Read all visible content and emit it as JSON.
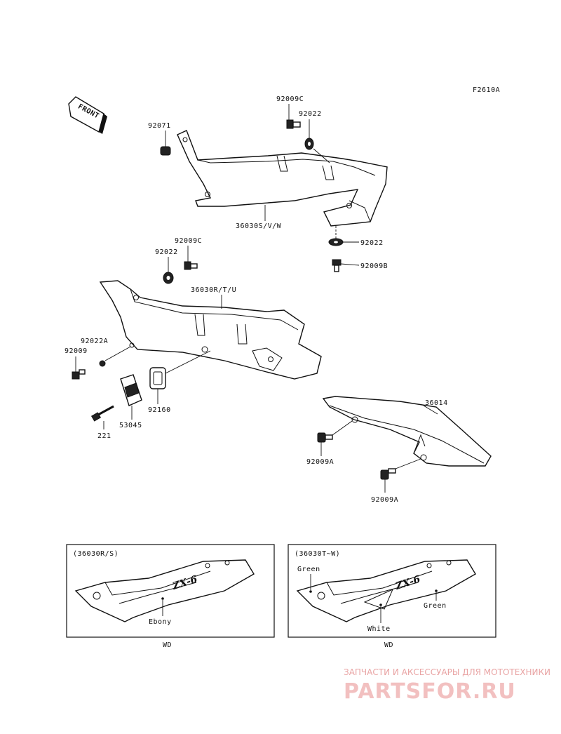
{
  "diagram": {
    "code": "F2610A",
    "front_label": "FRONT",
    "callouts": {
      "c_92009C_top": "92009C",
      "c_92022_top": "92022",
      "c_92071": "92071",
      "c_36030SVW": "36030S/V/W",
      "c_92022_right": "92022",
      "c_92009B": "92009B",
      "c_92009C_mid": "92009C",
      "c_92022_mid": "92022",
      "c_36030RTU": "36030R/T/U",
      "c_92022A": "92022A",
      "c_92009": "92009",
      "c_92160": "92160",
      "c_53045": "53045",
      "c_221": "221",
      "c_36014": "36014",
      "c_92009A_1": "92009A",
      "c_92009A_2": "92009A"
    },
    "insets": [
      {
        "heading": "(36030R/S)",
        "colors": [
          "Ebony"
        ],
        "footer": "WD"
      },
      {
        "heading": "(36030T~W)",
        "colors": [
          "Green",
          "Green",
          "White"
        ],
        "footer": "WD"
      }
    ]
  },
  "watermark": {
    "caption": "ЗАПЧАСТИ И АКСЕССУАРЫ ДЛЯ МОТОТЕХНИКИ",
    "brand": "PARTSFOR.RU"
  }
}
